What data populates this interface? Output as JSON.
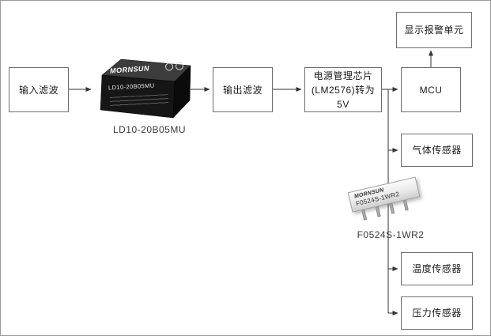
{
  "blocks": {
    "input_filter": {
      "label": "输入滤波"
    },
    "output_filter": {
      "label": "输出滤波"
    },
    "power_chip": {
      "line1": "电源管理芯片",
      "line2": "(LM2576)转为5V"
    },
    "mcu": {
      "label": "MCU"
    },
    "display_alarm": {
      "label": "显示报警单元"
    },
    "gas_sensor": {
      "label": "气体传感器"
    },
    "temp_sensor": {
      "label": "温度传感器"
    },
    "pressure_sensor": {
      "label": "压力传感器"
    }
  },
  "modules": {
    "ld10": {
      "brand": "MORNSUN",
      "model": "LD10-20B05MU",
      "caption": "LD10-20B05MU"
    },
    "f0524s": {
      "brand": "MORNSUN",
      "model": "F0524S-1WR2",
      "caption": "F0524S-1WR2"
    }
  },
  "edges": [
    {
      "from": "input_filter",
      "to": "ld10_module"
    },
    {
      "from": "ld10_module",
      "to": "output_filter"
    },
    {
      "from": "output_filter",
      "to": "power_chip"
    },
    {
      "from": "power_chip",
      "to": "mcu"
    },
    {
      "from": "mcu",
      "to": "display_alarm"
    },
    {
      "from": "power_rail_via_f0524s",
      "to": "gas_sensor"
    },
    {
      "from": "power_rail_via_f0524s",
      "to": "temp_sensor"
    },
    {
      "from": "power_rail_via_f0524s",
      "to": "pressure_sensor"
    }
  ],
  "colors": {
    "frame_border": "#9a9a9a",
    "box_border": "#6e6e6e",
    "text": "#1a1a1a",
    "wire": "#333333",
    "module_body_dark": "#161616",
    "caption_text": "#3a3a3a"
  }
}
